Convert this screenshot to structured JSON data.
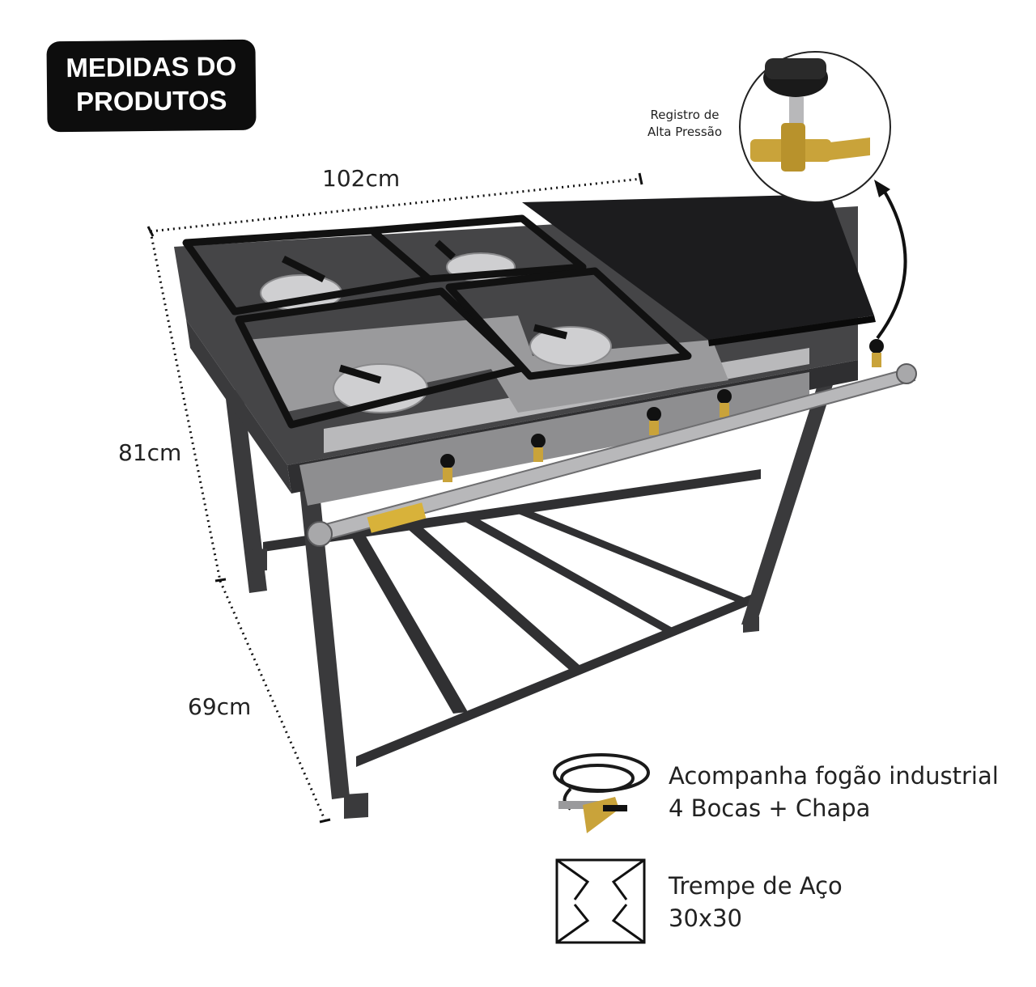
{
  "badge": {
    "line1": "MEDIDAS DO",
    "line2": "PRODUTOS"
  },
  "dimensions": {
    "width": "102cm",
    "height_total": "81cm",
    "height_lower": "69cm"
  },
  "registro": {
    "line1": "Registro de",
    "line2": "Alta Pressão"
  },
  "accessory": {
    "line1": "Acompanha fogão industrial",
    "line2": "4 Bocas + Chapa"
  },
  "trempe": {
    "line1": "Trempe de Aço",
    "line2": "30x30"
  },
  "colors": {
    "frame": "#3a3a3c",
    "grate": "#111111",
    "burner": "#c8c8c8",
    "badge": "#0d0d0d",
    "brass": "#c9a33a"
  },
  "icons": [
    "gas-hose-icon",
    "trempe-grate-icon",
    "pressure-valve-image",
    "curved-arrow-icon"
  ]
}
